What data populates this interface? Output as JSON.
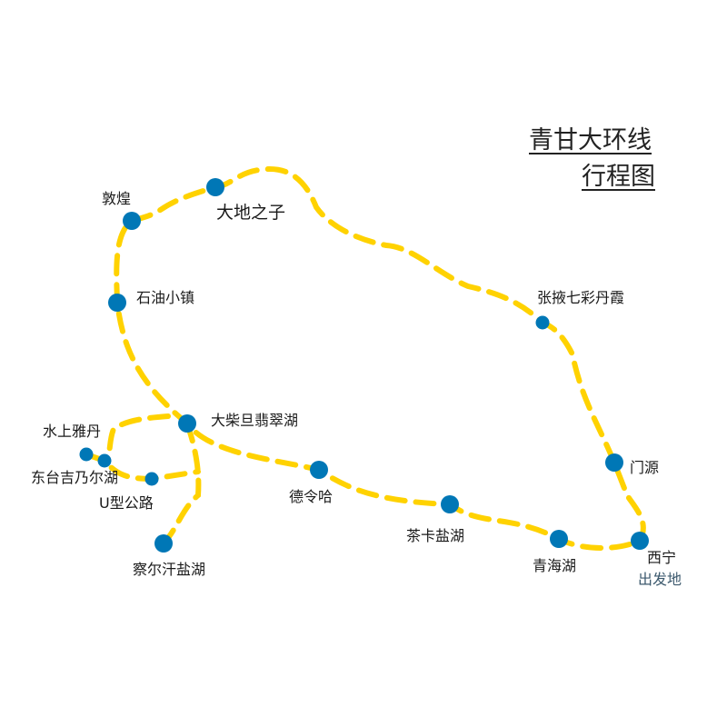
{
  "title": {
    "line1": "青甘大环线",
    "line2": "行程图"
  },
  "colors": {
    "route": "#FFD200",
    "stop": "#0077B6"
  },
  "stops": {
    "xining": "西宁",
    "xining_sub": "出发地",
    "menyuan": "门源",
    "zhangye": "张掖七彩丹霞",
    "dadizhizi": "大地之子",
    "dunhuang": "敦煌",
    "shiyou": "石油小镇",
    "dachaidan": "大柴旦翡翠湖",
    "shuishang": "水上雅丹",
    "dongtai": "东台吉乃尔湖",
    "uxing": "U型公路",
    "chaerhan": "察尔汗盐湖",
    "delingha": "德令哈",
    "chaka": "茶卡盐湖",
    "qinghaihu": "青海湖"
  }
}
